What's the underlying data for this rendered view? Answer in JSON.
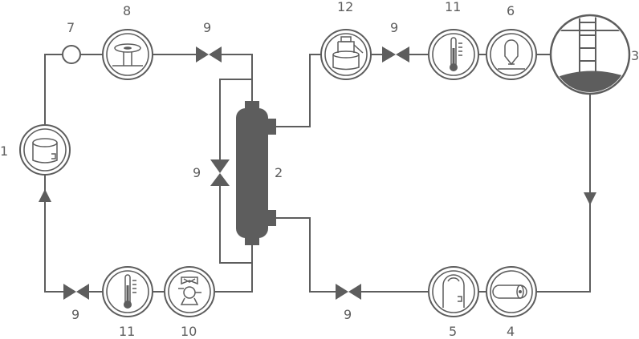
{
  "labels": {
    "tank_1": "1",
    "heat_exchanger_2": "2",
    "column_3": "3",
    "pump_4": "4",
    "vessel_5": "5",
    "separator_6": "6",
    "gauge_7": "7",
    "filter_8": "8",
    "valve_top_left": "9",
    "valve_top_right": "9",
    "valve_middle": "9",
    "valve_bottom_left": "9",
    "valve_bottom_right": "9",
    "pump_10": "10",
    "thermometer_top": "11",
    "thermometer_bottom": "11",
    "unit_12": "12"
  },
  "colors": {
    "line": "#5d5d5d",
    "background": "#ffffff"
  }
}
